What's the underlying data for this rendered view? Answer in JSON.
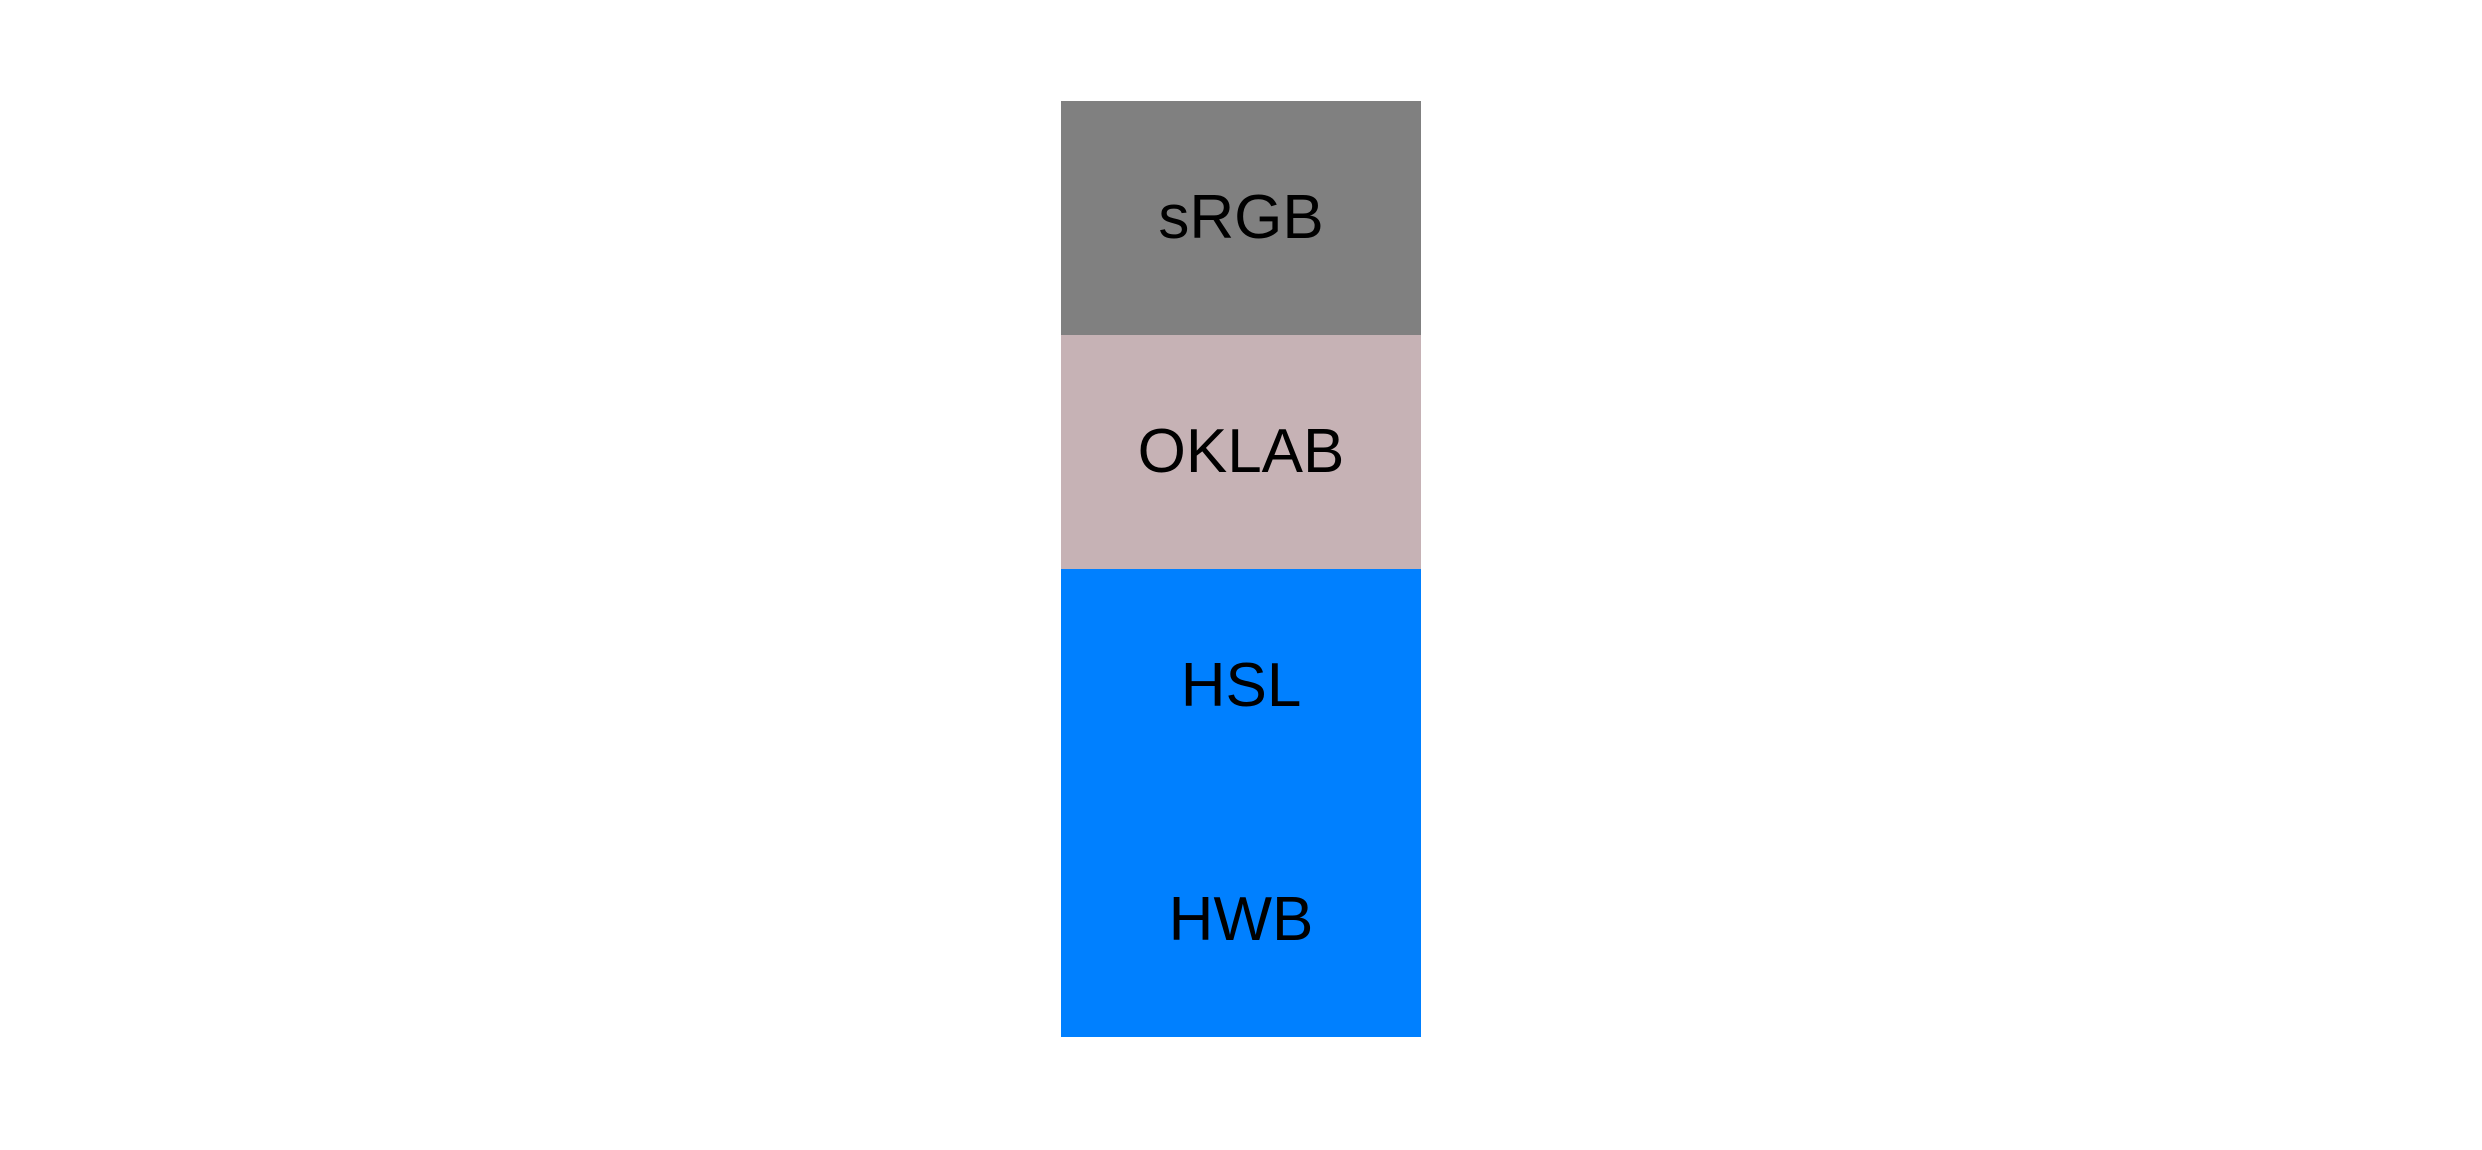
{
  "page": {
    "background_color": "#ffffff"
  },
  "swatch_column": {
    "description": "vertical stack of color-space interpolation swatches",
    "swatches": [
      {
        "label": "sRGB",
        "color": "#808080",
        "text_color": "#000000"
      },
      {
        "label": "OKLAB",
        "color": "#c6b2b5",
        "text_color": "#000000"
      },
      {
        "label": "HSL",
        "color": "#0080ff",
        "text_color": "#000000"
      },
      {
        "label": "HWB",
        "color": "#0080ff",
        "text_color": "#000000"
      }
    ]
  }
}
